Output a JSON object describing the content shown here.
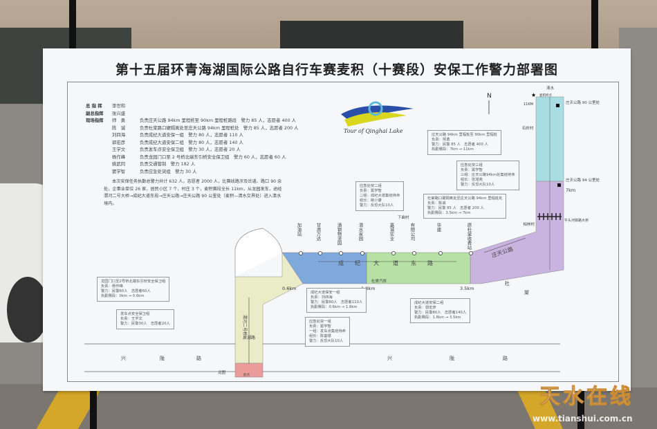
{
  "title": "第十五届环青海湖国际公路自行车赛麦积（十赛段）安保工作警力部署图",
  "logo_text": "Tour of Qinghai Lake",
  "north": "N",
  "personnel": [
    {
      "role": "总 指 挥",
      "name": "李世和",
      "duty": ""
    },
    {
      "role": "副总指挥",
      "name": "张兴盛",
      "duty": ""
    },
    {
      "role": "现场指挥",
      "name": "师　勇",
      "duty": "负责庄天公路 94km 里程桩至 90km 里程桩路段　警力 85 人，志愿者 400 人"
    },
    {
      "role": "",
      "name": "陈　诚",
      "duty": "负责杜棠路口硬隔离处至庄天公路 94km 里程桩处　警力 85 人，志愿者 200 人"
    },
    {
      "role": "",
      "name": "刘四海",
      "duty": "负责成纪大道安保一组　警力 80 人，志愿者 110 人"
    },
    {
      "role": "",
      "name": "郭宏彦",
      "duty": "负责成纪大道安保二组　警力 80 人，志愿者 140 人"
    },
    {
      "role": "",
      "name": "王学文",
      "duty": "负责发车点安全保卫组　警力 30 人，志愿者 20 人"
    },
    {
      "role": "",
      "name": "杨作峰",
      "duty": "负责龙园门口至 2 号桥北端东引桥安全保卫组　警力 60 人，志愿者 60 人"
    },
    {
      "role": "",
      "name": "姚武同",
      "duty": "负责交通管制　警力 182 人"
    },
    {
      "role": "",
      "name": "窦学智",
      "duty": "负责应急处突组　警力 30 人"
    }
  ],
  "summary": "本次安保任务执勤总警力共计 632 人，志愿者 2000 人，比赛线路涉及岔道、路口 90 余处，企事业单位 26 家，居民小区 7 个，村庄 3 个，麦积赛段全长 11km，从龙园发车，途经渭河二号大桥→成纪大道东段→庄天公路→庄天公路 90 公里处（麦积—清水交界处）进入清水境内。",
  "callouts": [
    {
      "lines": [
        "庄天公路 94km 里程桩至 90km 里程桩",
        "负责：师勇",
        "警力：民警 85 人　志愿者 400 人",
        "执勤赛段：7km → 11km"
      ]
    },
    {
      "lines": [
        "应急处突三组",
        "负责：窦学智",
        "三组：庄天公路94km处集结待命",
        "组长：张旭亮",
        "警力：反恐大队10人"
      ]
    },
    {
      "lines": [
        "杜棠路口硬隔离处至庄天公路 94km 里程桩处",
        "负责：陈诚",
        "警力：民警 85 人　志愿者 200 人",
        "执勤赛段：3.5km → 7km"
      ]
    },
    {
      "lines": [
        "应急处突二组",
        "负责：窦学智",
        "二组：成纪大道集结待命",
        "组长：柳小康",
        "警力：反恐大队10人"
      ]
    },
    {
      "lines": [
        "龙园门口至2号桥北端东引桥安全保卫组",
        "负责：杨作峰",
        "警力：民警60人　志愿者60人",
        "执勤赛段：0km → 0.6km"
      ]
    },
    {
      "lines": [
        "发车点安全保卫组",
        "负责：王学文",
        "警力：民警30人　志愿者20人"
      ]
    },
    {
      "lines": [
        "成纪大道保安一组",
        "负责：刘四海",
        "警力：民警80人　志愿者110人",
        "执勤赛段：0.6km → 1.8km"
      ]
    },
    {
      "lines": [
        "应急处突一组",
        "负责：窦学智",
        "一组：发车点集结待命",
        "组长：陈富银",
        "警力：反恐大队10人"
      ]
    },
    {
      "lines": [
        "成纪大道安保二组",
        "负责：郭宏彦",
        "警力：民警80人　志愿者140人",
        "执勤赛段：1.8km → 3.5km"
      ]
    }
  ],
  "stations": [
    "加油站",
    "甘肃万达",
    "酒钢物流园",
    "渭水家园",
    "嘉诚实业",
    "有限公司",
    "华建",
    "原杜棠收费站"
  ],
  "km": [
    "0.6km",
    "1.8km",
    "3.5km",
    "7km",
    "11KM"
  ],
  "roads": {
    "chengji": [
      "成",
      "纪",
      "大",
      "道",
      "东",
      "路"
    ],
    "zhuangtian": "庄天公路",
    "xinglong": [
      "兴",
      "陇",
      "路"
    ],
    "xinglong2": [
      "兴",
      "陇",
      "路"
    ],
    "bridge": "渭河二号桥",
    "quanhu": "泉湖路",
    "dutang": [
      "杜",
      "棠"
    ]
  },
  "places": {
    "longyuan": "龙园",
    "start": "起点",
    "xiapocun": "下曲村",
    "dutang_qiche": "杜棠汽修",
    "shilingcun": "石岭村",
    "bailincun": "柏林村",
    "zt90": "庄天公路 90 公里处",
    "zt94": "庄天公路 94 公里处",
    "qingshui": "清水",
    "border": "麦积终点",
    "railbridge": "牛头河铁路大桥"
  },
  "watermark": {
    "text": "天水在线",
    "url": "www.tianshui.com.cn"
  },
  "colors": {
    "blue": "#7fa8dc",
    "green": "#b6e0a4",
    "purple": "#c9b3df",
    "cyan": "#a9dde4",
    "yellow": "#e9ecc6",
    "pink": "#ec9b9b"
  }
}
